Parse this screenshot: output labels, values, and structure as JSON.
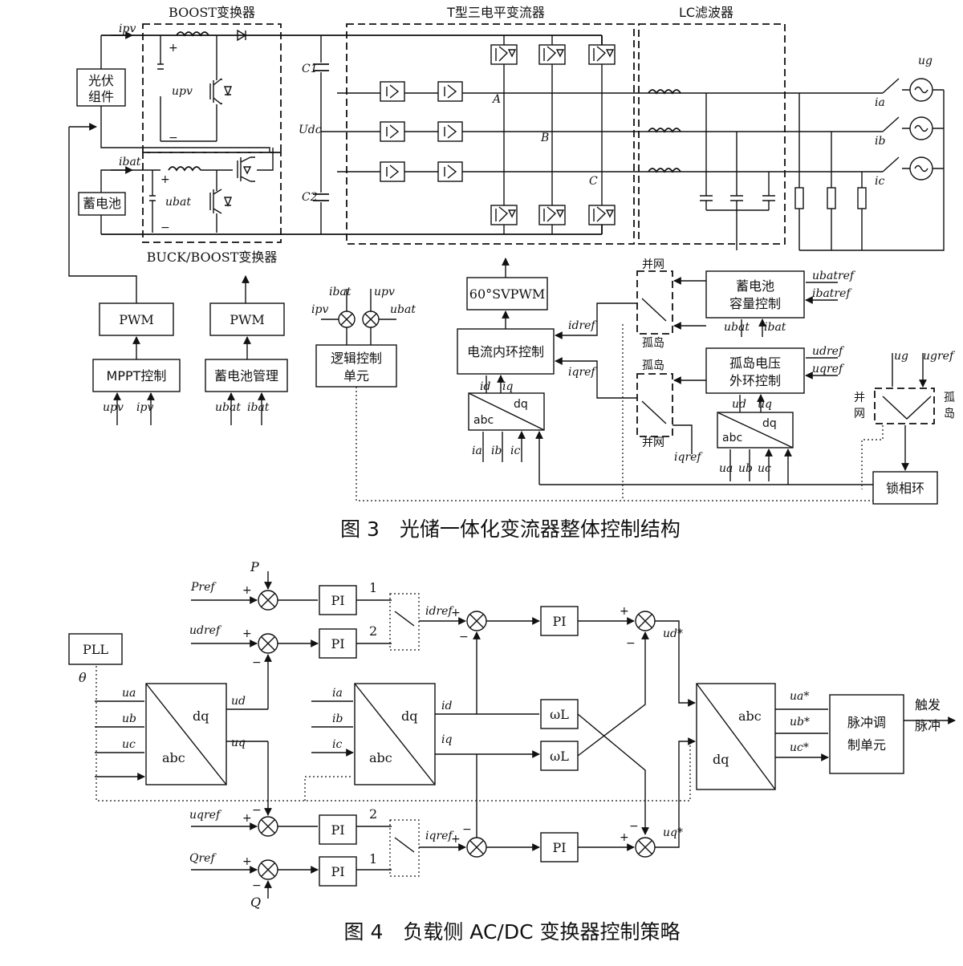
{
  "fig3": {
    "caption": "图 3　光储一体化变流器整体控制结构",
    "boost_title": "BOOST变换器",
    "tlevel_title": "T型三电平变流器",
    "lc_title": "LC滤波器",
    "buckboost_title": "BUCK/BOOST变换器",
    "pv_module": "光伏组件",
    "battery": "蓄电池",
    "pwm1": "PWM",
    "pwm2": "PWM",
    "mppt": "MPPT控制",
    "battery_mgmt": "蓄电池管理",
    "logic_unit": "逻辑控制单元",
    "svpwm": "60°SVPWM",
    "current_loop": "电流内环控制",
    "batt_capacity": "蓄电池容量控制",
    "island_voltage": "孤岛电压外环控制",
    "pll": "锁相环",
    "grid_on": "并网",
    "island": "孤岛",
    "abc": "abc",
    "dq": "dq",
    "node_A": "A",
    "node_B": "B",
    "node_C": "C",
    "c1": "C1",
    "c2": "C2",
    "udc": "Udc",
    "plus": "+",
    "minus": "−",
    "signals": {
      "ipv": "ipv",
      "upv": "upv",
      "ibat": "ibat",
      "ubat": "ubat",
      "ug": "ug",
      "ugref": "ugref",
      "ia": "ia",
      "ib": "ib",
      "ic": "ic",
      "ua": "ua",
      "ub": "ub",
      "uc": "uc",
      "id": "id",
      "iq": "iq",
      "ud": "ud",
      "uq": "uq",
      "idref": "idref",
      "iqref": "iqref",
      "ubatref": "ubatref",
      "ibatref": "ibatref",
      "udref": "udref",
      "uqref": "uqref"
    }
  },
  "fig4": {
    "caption": "图 4　负载侧 AC/DC 变换器控制策略",
    "pll": "PLL",
    "theta": "θ",
    "pi": "PI",
    "omega_l": "ωL",
    "abc": "abc",
    "dq": "dq",
    "pulse_unit": "脉冲调制单元",
    "trigger_pulse": "触发脉冲",
    "one": "1",
    "two": "2",
    "plus": "+",
    "minus": "−",
    "signals": {
      "P": "P",
      "Pref": "Pref",
      "udref": "udref",
      "uqref": "uqref",
      "Q": "Q",
      "Qref": "Qref",
      "ua": "ua",
      "ub": "ub",
      "uc": "uc",
      "ia": "ia",
      "ib": "ib",
      "ic": "ic",
      "ud": "ud",
      "uq": "uq",
      "id": "id",
      "iq": "iq",
      "idref": "idref",
      "iqref": "iqref",
      "ud_star": "ud*",
      "uq_star": "uq*",
      "ua_star": "ua*",
      "ub_star": "ub*",
      "uc_star": "uc*"
    }
  }
}
